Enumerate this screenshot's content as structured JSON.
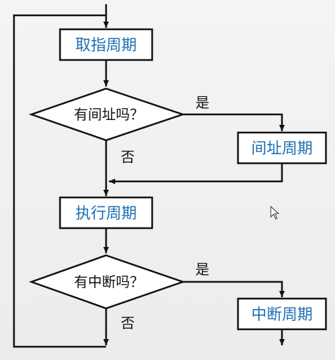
{
  "flowchart": {
    "nodes": {
      "fetch": "取指周期",
      "indirect_question": "有间址吗？",
      "indirect": "间址周期",
      "execute": "执行周期",
      "interrupt_question": "有中断吗？",
      "interrupt": "中断周期"
    },
    "edge_labels": {
      "indirect_yes": "是",
      "indirect_no": "否",
      "interrupt_yes": "是",
      "interrupt_no": "否"
    }
  },
  "colors": {
    "box_text": "#1a6fb5",
    "line": "#111111",
    "box_fill": "#ffffff"
  }
}
